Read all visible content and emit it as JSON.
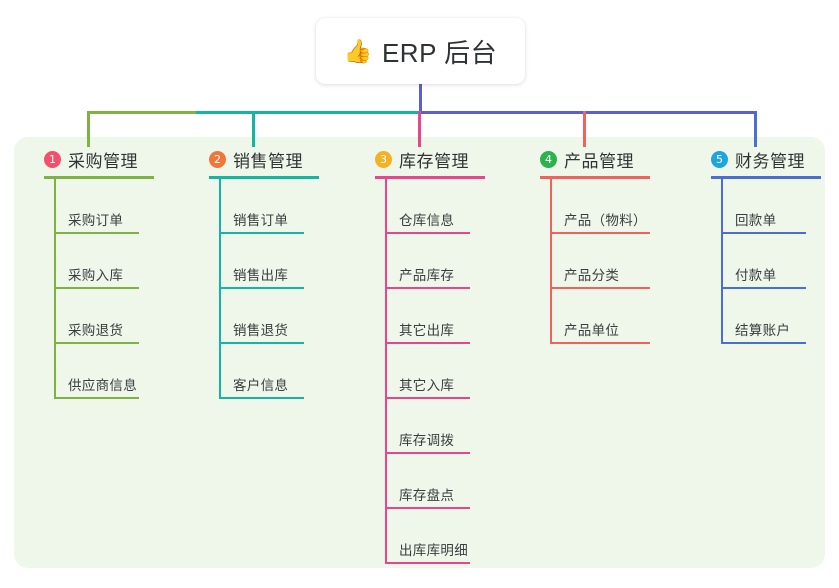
{
  "root": {
    "icon": "thumbs-up-emoji",
    "icon_glyph": "👍",
    "label": "ERP 后台"
  },
  "panel": {
    "background": "#eef7e9"
  },
  "connector_colors": {
    "segment_1_green": "#7cb342",
    "segment_2_teal": "#14b5a4",
    "segment_3_blue": "#5b5fd0",
    "drop_1": "#7cb342",
    "drop_2": "#14b5a4",
    "drop_3": "#e8458f",
    "drop_4": "#f2625c",
    "drop_5": "#4a6fd4",
    "trunk": "#5b5fd0"
  },
  "columns": [
    {
      "number": "1",
      "title": "采购管理",
      "badge_color": "#f4506b",
      "line_color": "#7cb342",
      "items": [
        "采购订单",
        "采购入库",
        "采购退货",
        "供应商信息"
      ]
    },
    {
      "number": "2",
      "title": "销售管理",
      "badge_color": "#f1763a",
      "line_color": "#14b5a4",
      "items": [
        "销售订单",
        "销售出库",
        "销售退货",
        "客户信息"
      ]
    },
    {
      "number": "3",
      "title": "库存管理",
      "badge_color": "#f5b125",
      "line_color": "#e8458f",
      "items": [
        "仓库信息",
        "产品库存",
        "其它出库",
        "其它入库",
        "库存调拨",
        "库存盘点",
        "出库库明细"
      ]
    },
    {
      "number": "4",
      "title": "产品管理",
      "badge_color": "#2bb24c",
      "line_color": "#f2625c",
      "items": [
        "产品（物料）",
        "产品分类",
        "产品单位"
      ]
    },
    {
      "number": "5",
      "title": "财务管理",
      "badge_color": "#1ea5dd",
      "line_color": "#4a6fd4",
      "items": [
        "回款单",
        "付款单",
        "结算账户"
      ]
    }
  ]
}
